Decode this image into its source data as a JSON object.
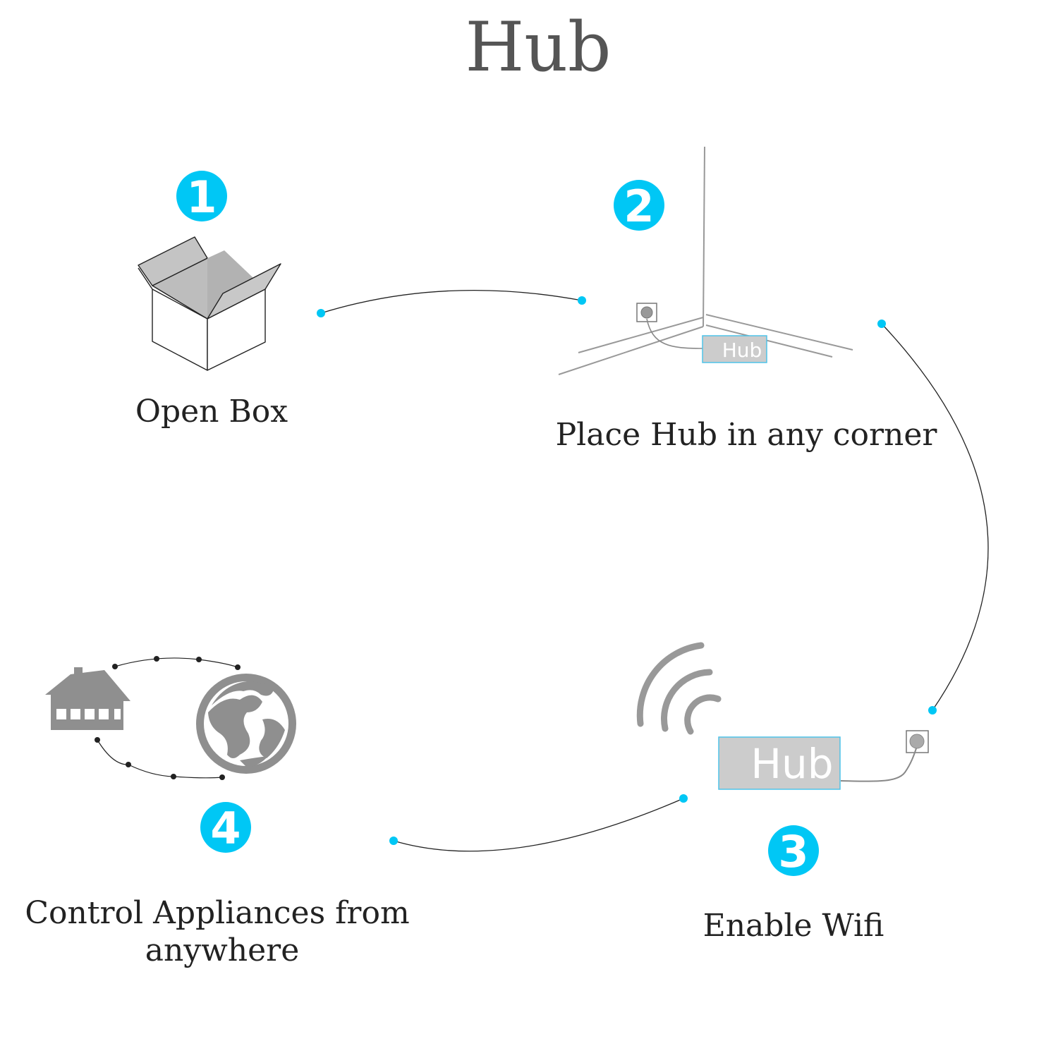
{
  "title": "Hub",
  "colors": {
    "accent": "#00C7F5",
    "title_text": "#555555",
    "label_text": "#222222",
    "icon_gray": "#8F8F8F",
    "hub_fill": "#CCCCCC",
    "hub_border": "#4FC3E8",
    "hub_text": "#FFFFFF",
    "line": "#222222"
  },
  "steps": [
    {
      "number": "1",
      "label": "Open Box",
      "icon": "open-box-icon"
    },
    {
      "number": "2",
      "label": "Place Hub in any corner",
      "icon": "room-corner-hub-icon"
    },
    {
      "number": "3",
      "label": "Enable Wifi",
      "icon": "wifi-hub-icon"
    },
    {
      "number": "4",
      "label_line1": "Control Appliances from",
      "label_line2": "anywhere",
      "icon": "house-globe-icon"
    }
  ],
  "hub_small_label": "Hub",
  "hub_large_label": "Hub"
}
